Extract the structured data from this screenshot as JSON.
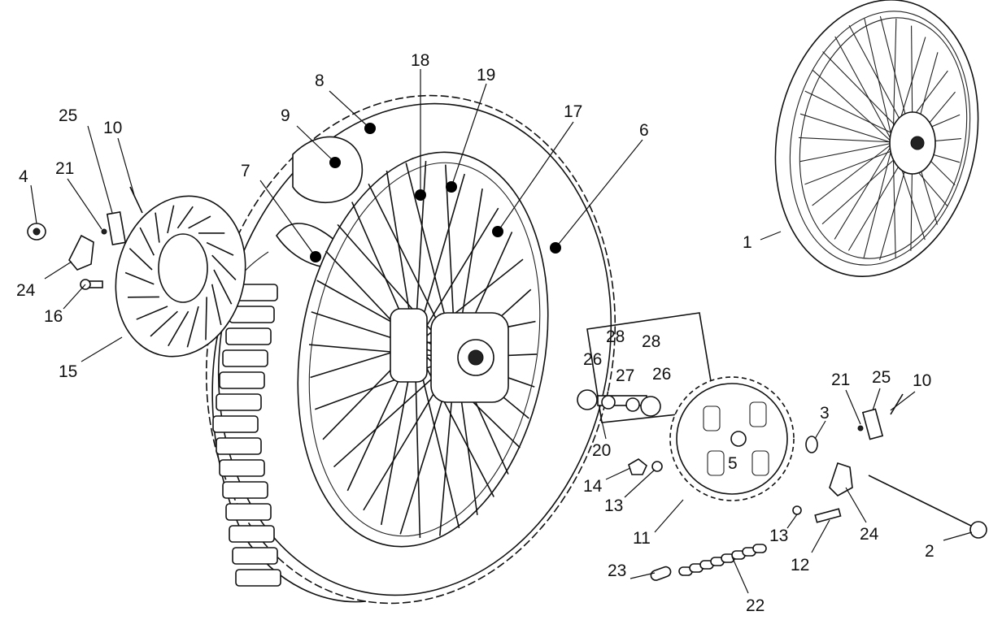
{
  "diagram": {
    "type": "exploded parts diagram",
    "callouts": [
      "1",
      "2",
      "3",
      "4",
      "5",
      "6",
      "7",
      "8",
      "9",
      "10",
      "10",
      "11",
      "12",
      "13",
      "13",
      "14",
      "15",
      "16",
      "17",
      "18",
      "19",
      "20",
      "21",
      "21",
      "22",
      "23",
      "24",
      "24",
      "25",
      "25",
      "26",
      "26",
      "27",
      "28",
      "28"
    ]
  }
}
